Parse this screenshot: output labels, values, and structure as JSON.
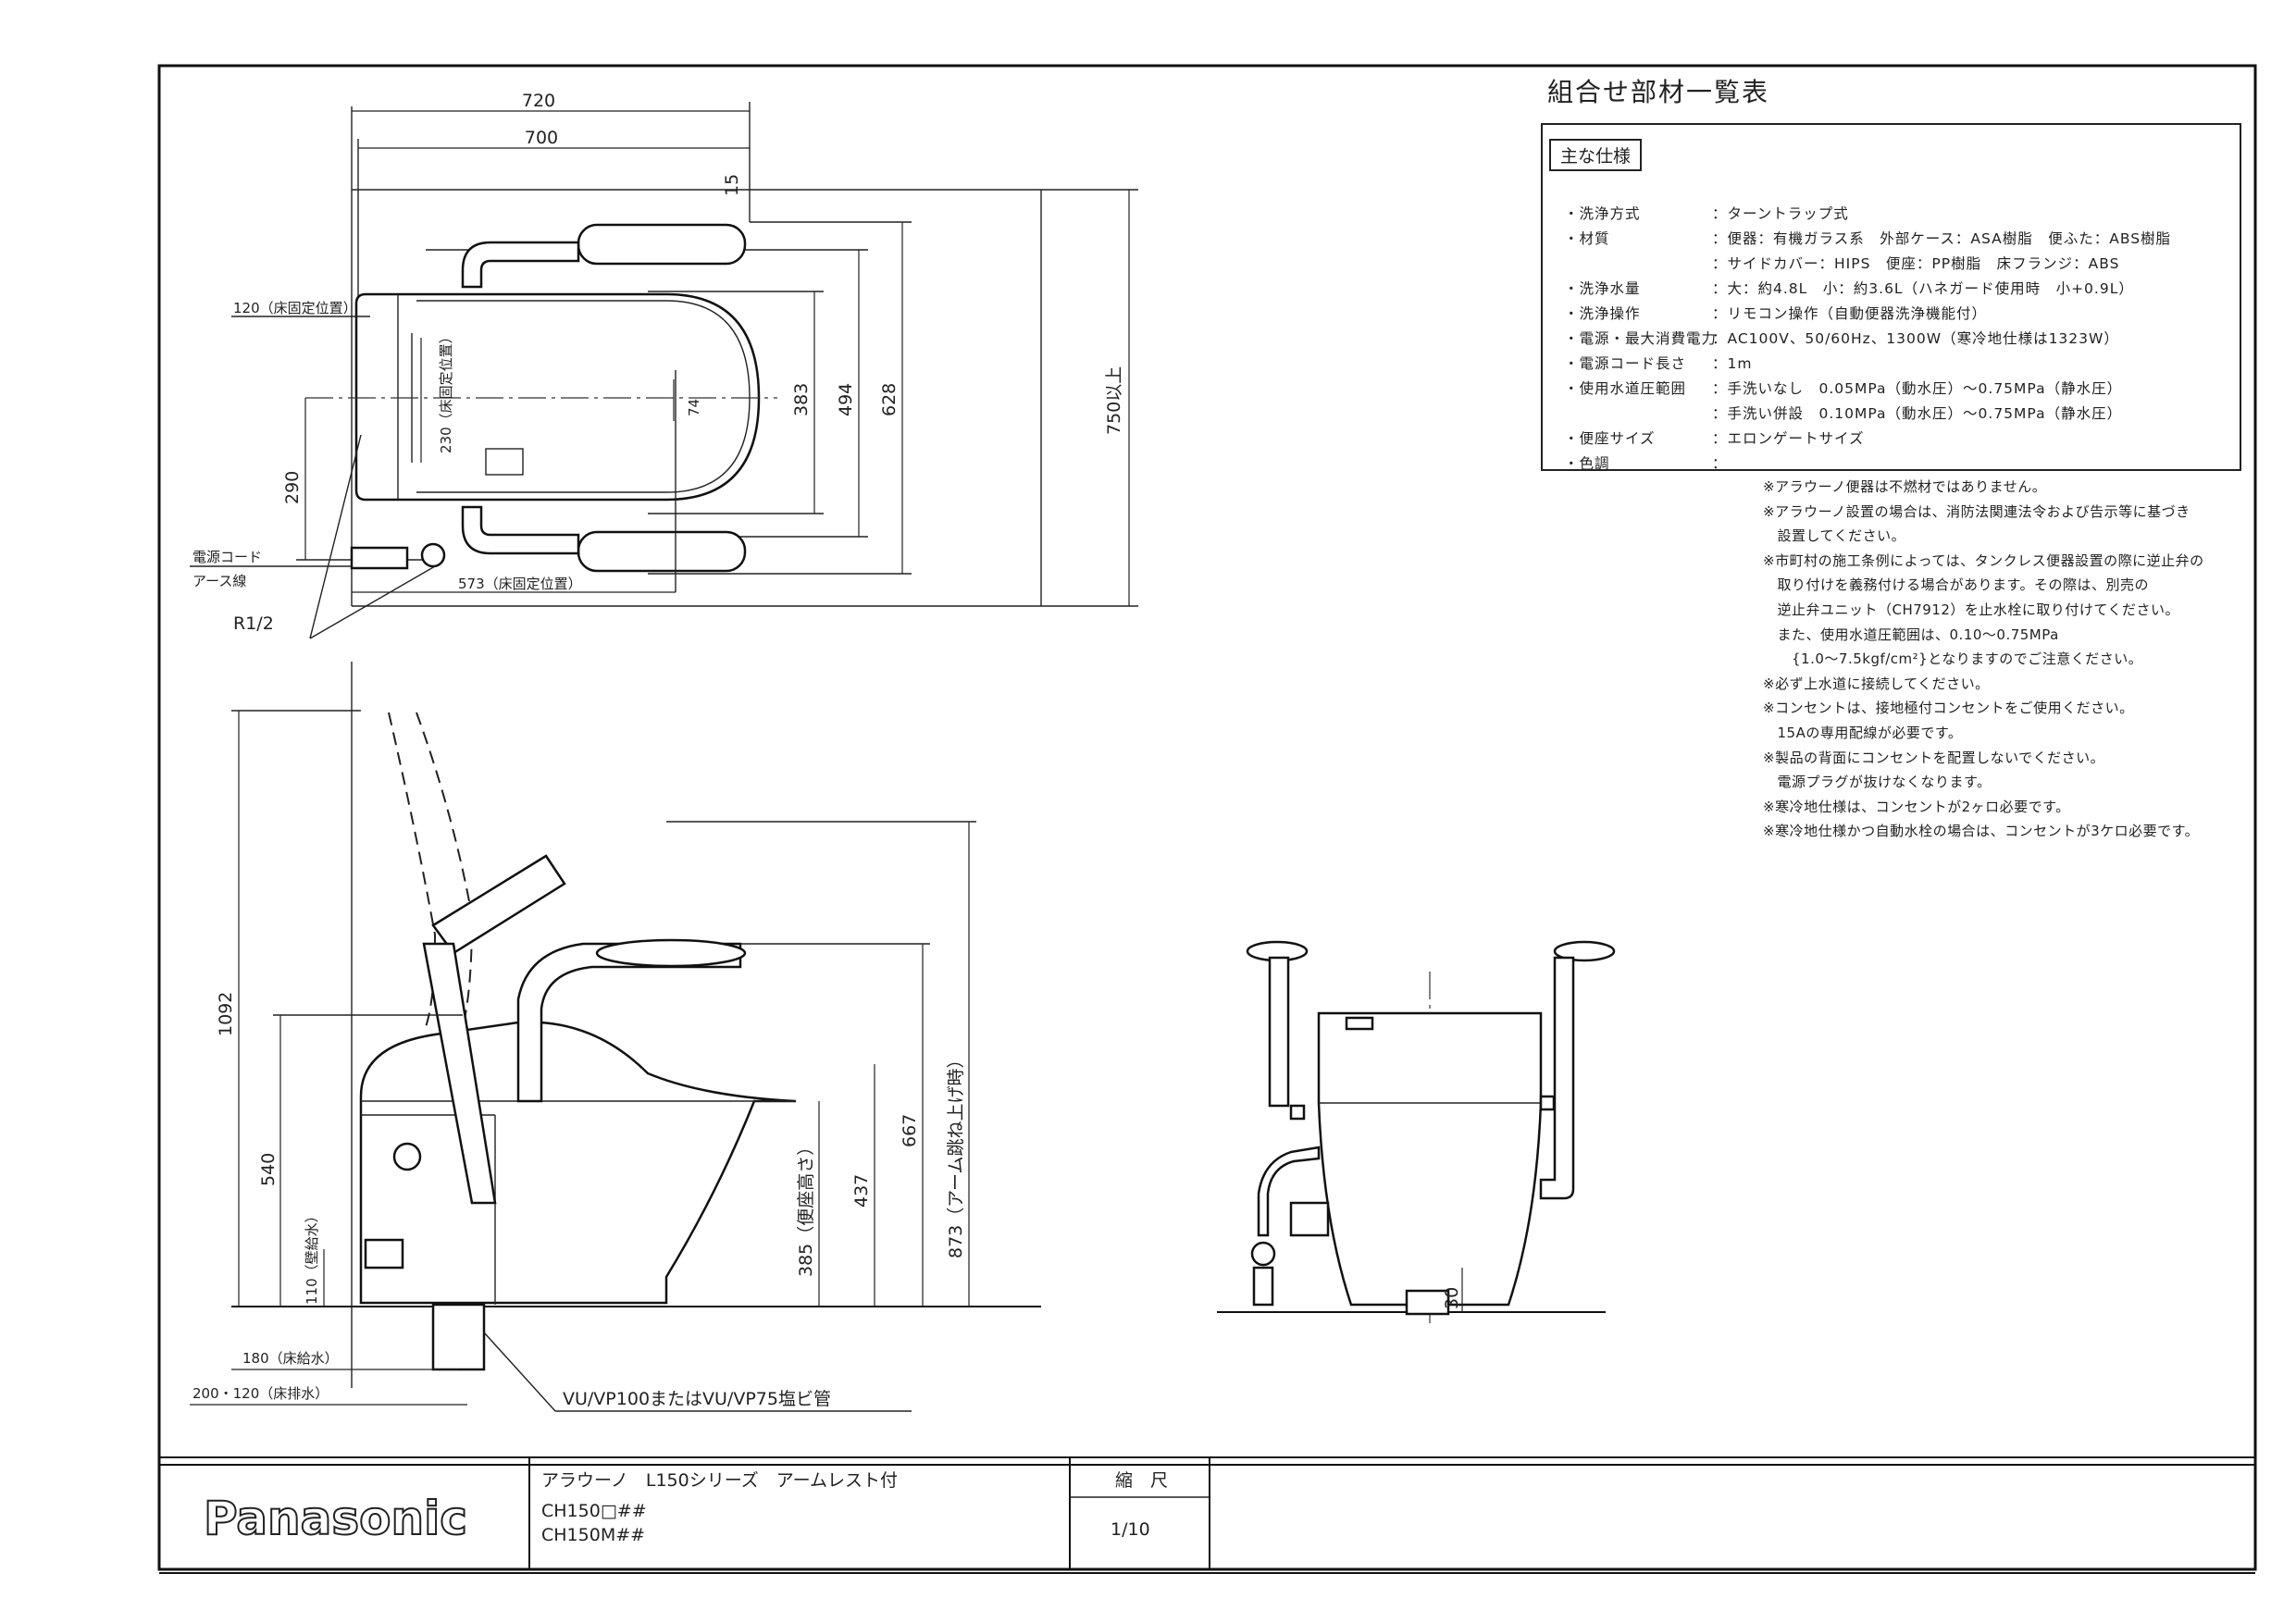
{
  "drawing": {
    "dims": {
      "d720": "720",
      "d700": "700",
      "d15": "15",
      "d750": "750以上",
      "d628": "628",
      "d494": "494",
      "d383": "383",
      "d74": "74",
      "d230": "230（床固定位置）",
      "d120": "120（床固定位置）",
      "d290": "290",
      "d573": "573（床固定位置）",
      "d1092": "1092",
      "d540": "540",
      "d110": "110（壁給水）",
      "d385": "385（便座高さ）",
      "d437": "437",
      "d667": "667",
      "d873": "873（アーム跳ね上げ時）",
      "d180": "180（床給水）",
      "d200": "200・120（床排水）",
      "d30": "30"
    },
    "labels": {
      "power_cord": "電源コード",
      "earth": "アース線",
      "r12": "R1/2",
      "pipe": "VU/VP100またはVU/VP75塩ビ管"
    }
  },
  "spec": {
    "title": "組合せ部材一覧表",
    "heading": "主な仕様",
    "rows": [
      {
        "label": "・洗浄方式",
        "value": "：ターントラップ式"
      },
      {
        "label": "・材質",
        "value": "：便器：有機ガラス系　外部ケース：ASA樹脂　便ふた：ABS樹脂"
      },
      {
        "label": "",
        "value": "：サイドカバー：HIPS　便座：PP樹脂　床フランジ：ABS"
      },
      {
        "label": "・洗浄水量",
        "value": "：大：約4.8L　小：約3.6L（ハネガード使用時　小+0.9L）"
      },
      {
        "label": "・洗浄操作",
        "value": "：リモコン操作（自動便器洗浄機能付）"
      },
      {
        "label": "・電源・最大消費電力",
        "value": "：AC100V、50/60Hz、1300W（寒冷地仕様は1323W）"
      },
      {
        "label": "・電源コード長さ",
        "value": "：1m"
      },
      {
        "label": "・使用水道圧範囲",
        "value": "：手洗いなし　0.05MPa（動水圧）～0.75MPa（静水圧）"
      },
      {
        "label": "",
        "value": "：手洗い併設　0.10MPa（動水圧）～0.75MPa（静水圧）"
      },
      {
        "label": "・便座サイズ",
        "value": "：エロンゲートサイズ"
      },
      {
        "label": "・色調",
        "value": "："
      }
    ],
    "notes": [
      "※アラウーノ便器は不燃材ではありません。",
      "※アラウーノ設置の場合は、消防法関連法令および告示等に基づき",
      "　設置してください。",
      "※市町村の施工条例によっては、タンクレス便器設置の際に逆止弁の",
      "　取り付けを義務付ける場合があります。その際は、別売の",
      "　逆止弁ユニット（CH7912）を止水栓に取り付けてください。",
      "　また、使用水道圧範囲は、0.10～0.75MPa",
      "　　{1.0～7.5kgf/cm²}となりますのでご注意ください。",
      "※必ず上水道に接続してください。",
      "※コンセントは、接地極付コンセントをご使用ください。",
      "　15Aの専用配線が必要です。",
      "※製品の背面にコンセントを配置しないでください。",
      "　電源プラグが抜けなくなります。",
      "※寒冷地仕様は、コンセントが2ヶロ必要です。",
      "※寒冷地仕様かつ自動水栓の場合は、コンセントが3ケロ必要です。"
    ]
  },
  "title_block": {
    "logo": "Panasonic",
    "product": "アラウーノ　L150シリーズ　アームレスト付",
    "model1": "CH150□##",
    "model2": "CH150M##",
    "scale_label": "縮　尺",
    "scale_value": "1/10"
  }
}
